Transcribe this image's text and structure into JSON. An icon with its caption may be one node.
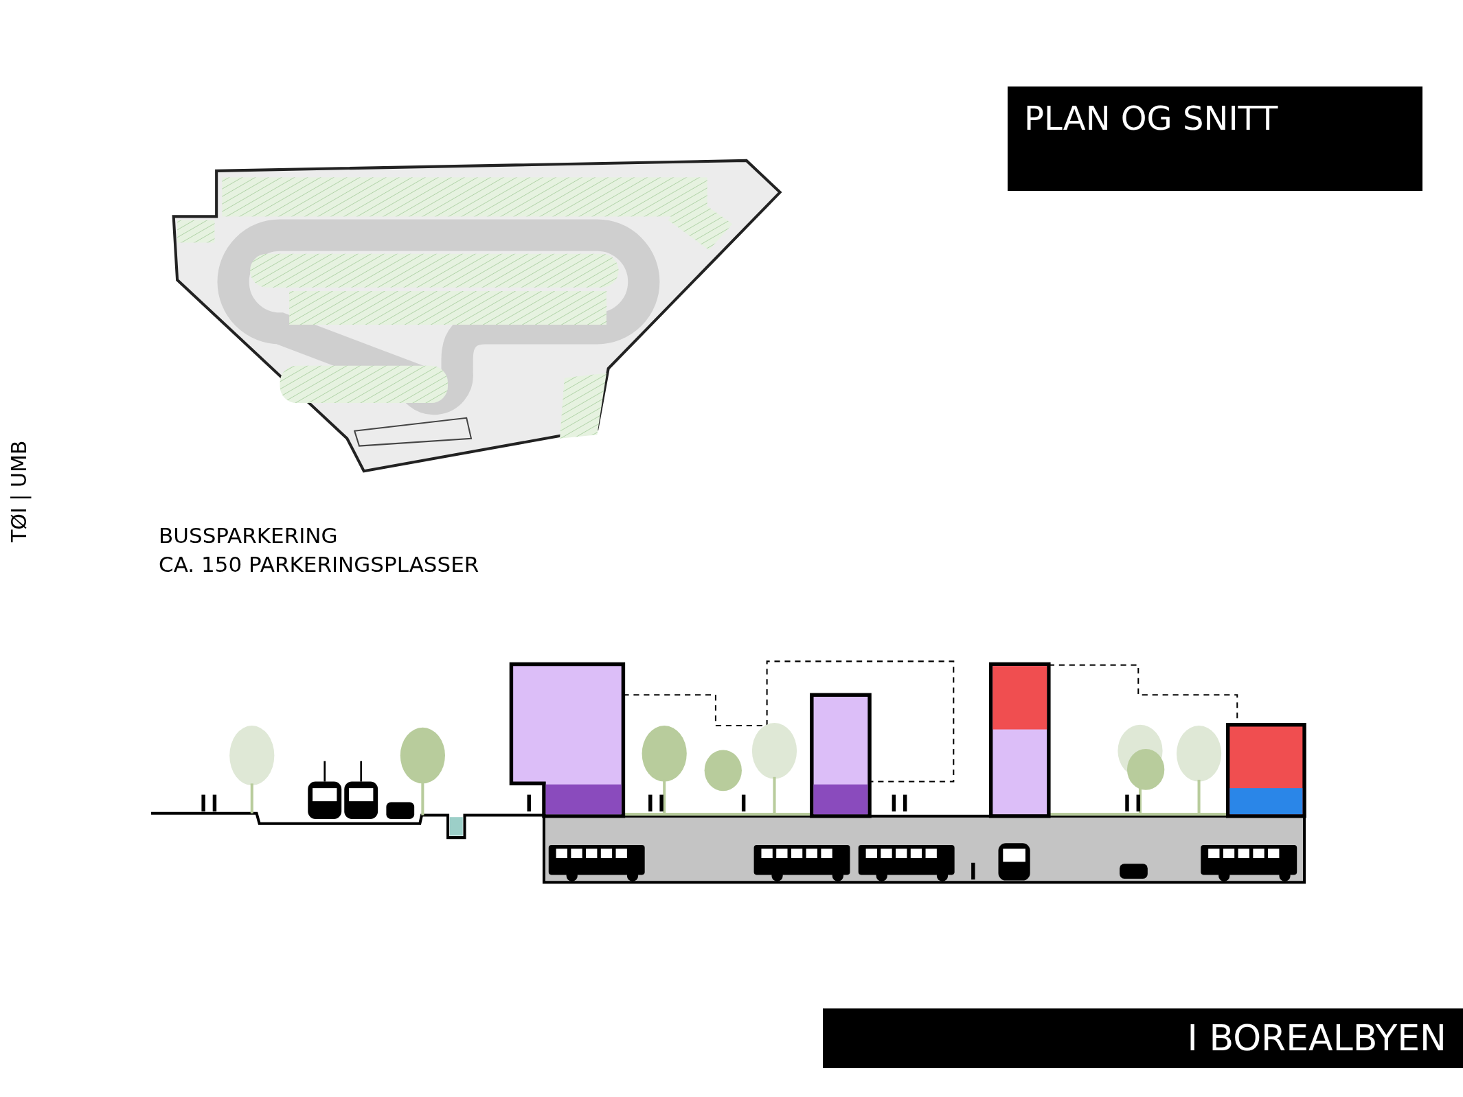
{
  "diagram": {
    "title": "PLAN OG SNITT",
    "caption": "I BOREALBYEN",
    "labels": [
      "BUSSPARKERING",
      "CA. 150 PARKERINGSPLASSER",
      "TØI | UMB"
    ]
  }
}
